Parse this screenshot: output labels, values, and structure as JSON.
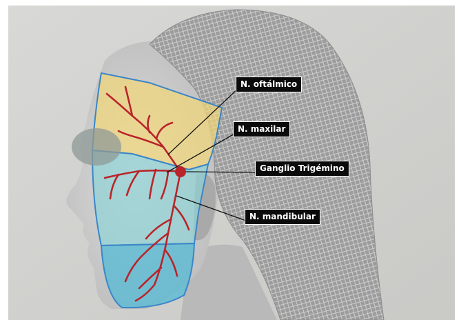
{
  "labels": {
    "ophthalmic": "N. oftálmico",
    "maxillary": "N. maxilar",
    "ganglion": "Ganglio Trigémino",
    "mandibular": "N. mandibular"
  },
  "colors": {
    "ophthalmic_zone": "#f2d77a",
    "maxillary_zone": "#8fd3d6",
    "mandibular_zone": "#4fb8d6",
    "zone_border": "#3a86c8",
    "nerve": "#b8242a",
    "label_bg": "#0b0b0b",
    "label_text": "#ffffff"
  }
}
